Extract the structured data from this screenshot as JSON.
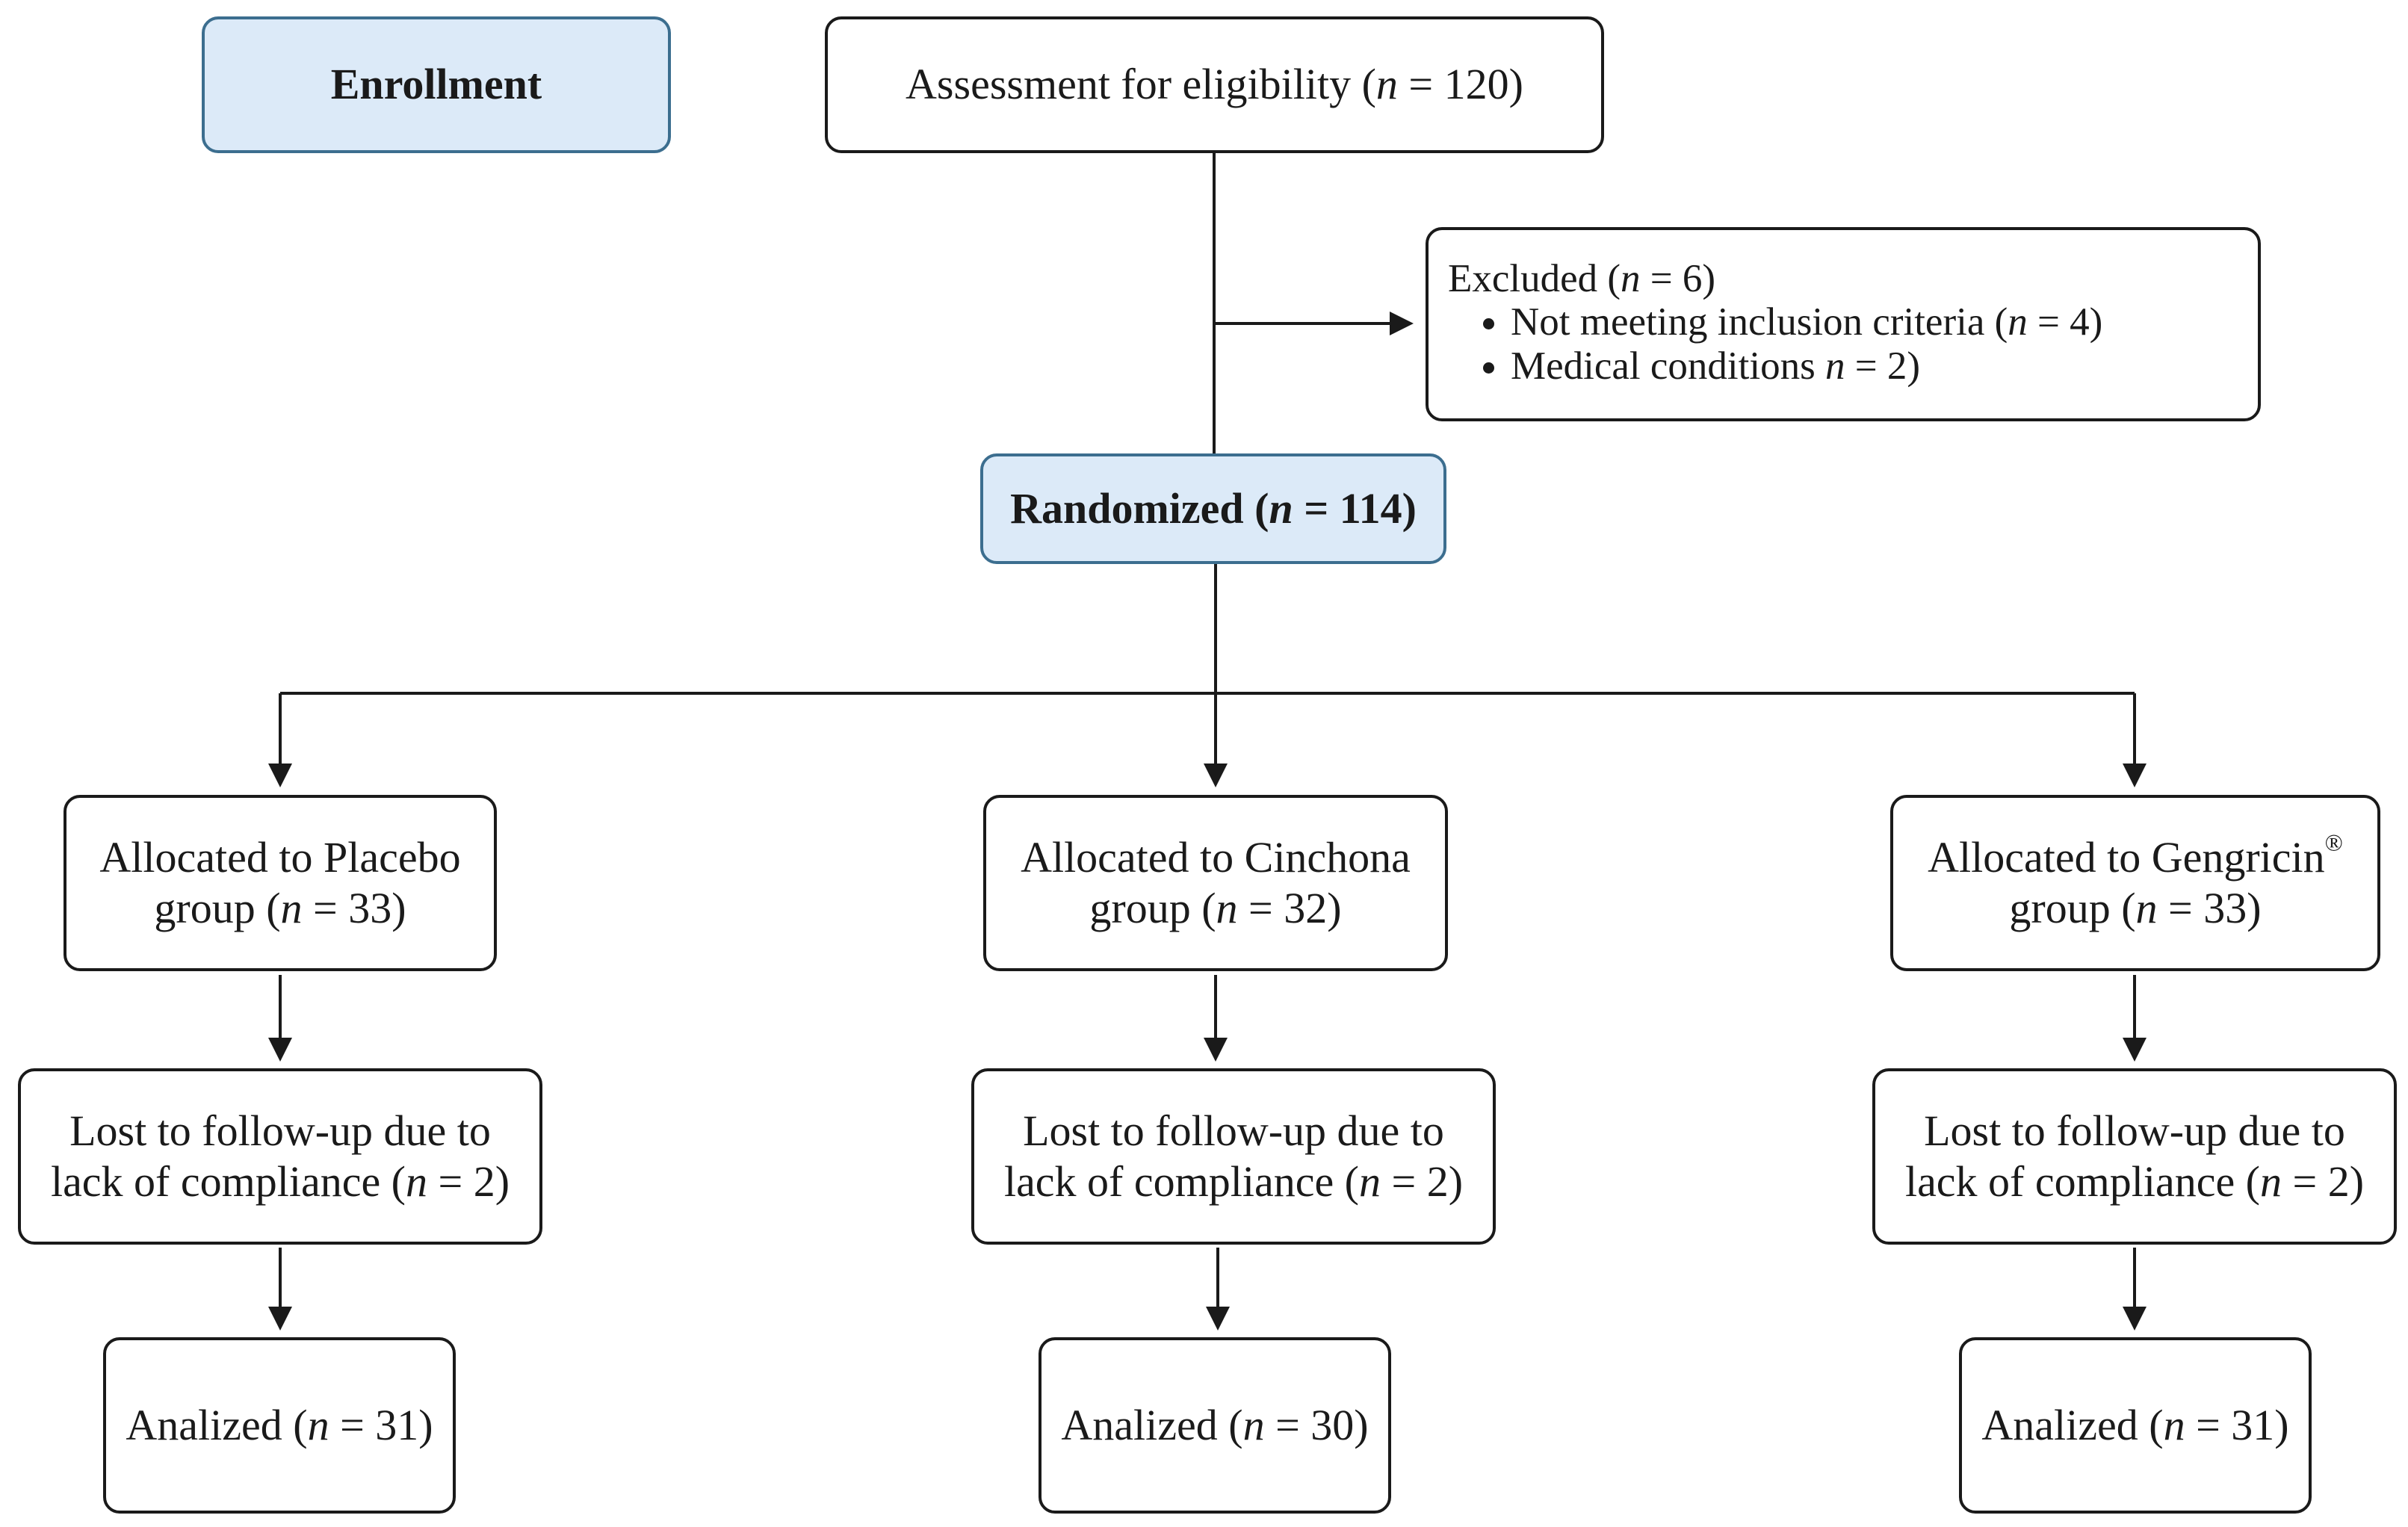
{
  "enrollment": {
    "label": "Enrollment"
  },
  "assessment": {
    "text": "Assessment for eligibility (",
    "n_symbol": "n",
    "value": " = 120)"
  },
  "excluded": {
    "title_text": "Excluded (",
    "title_n": "n",
    "title_value": " = 6)",
    "items": [
      {
        "text": "Not meeting inclusion criteria (",
        "n": "n",
        "value": " = 4)"
      },
      {
        "text": "Medical conditions ",
        "n": "n",
        "value": " = 2)"
      }
    ]
  },
  "randomized": {
    "text": "Randomized (",
    "n_symbol": "n",
    "value": " = 114)"
  },
  "groups": [
    {
      "line1": "Allocated to Placebo",
      "line2_pre": "group (",
      "n": "n",
      "line2_value": " = 33)",
      "superscript": "",
      "lost_line1": "Lost to follow-up due to",
      "lost_line2_pre": "lack of compliance (",
      "lost_n": "n",
      "lost_value": " = 2)",
      "analyzed_pre": "Analized (",
      "analyzed_n": "n",
      "analyzed_value": " = 31)"
    },
    {
      "line1": "Allocated to Cinchona",
      "line2_pre": "group (",
      "n": "n",
      "line2_value": " = 32)",
      "superscript": "",
      "lost_line1": "Lost to follow-up due to",
      "lost_line2_pre": "lack of compliance (",
      "lost_n": "n",
      "lost_value": " = 2)",
      "analyzed_pre": "Analized (",
      "analyzed_n": "n",
      "analyzed_value": " = 30)"
    },
    {
      "line1": "Allocated to Gengricin",
      "line2_pre": "group (",
      "n": "n",
      "line2_value": " = 33)",
      "superscript": "®",
      "lost_line1": "Lost to follow-up due to",
      "lost_line2_pre": "lack of compliance (",
      "lost_n": "n",
      "lost_value": " = 2)",
      "analyzed_pre": "Analized (",
      "analyzed_n": "n",
      "analyzed_value": " = 31)"
    }
  ],
  "colors": {
    "line": "#1a1a1a",
    "highlight_fill": "#dceaf8",
    "highlight_border": "#3c6e8f"
  }
}
